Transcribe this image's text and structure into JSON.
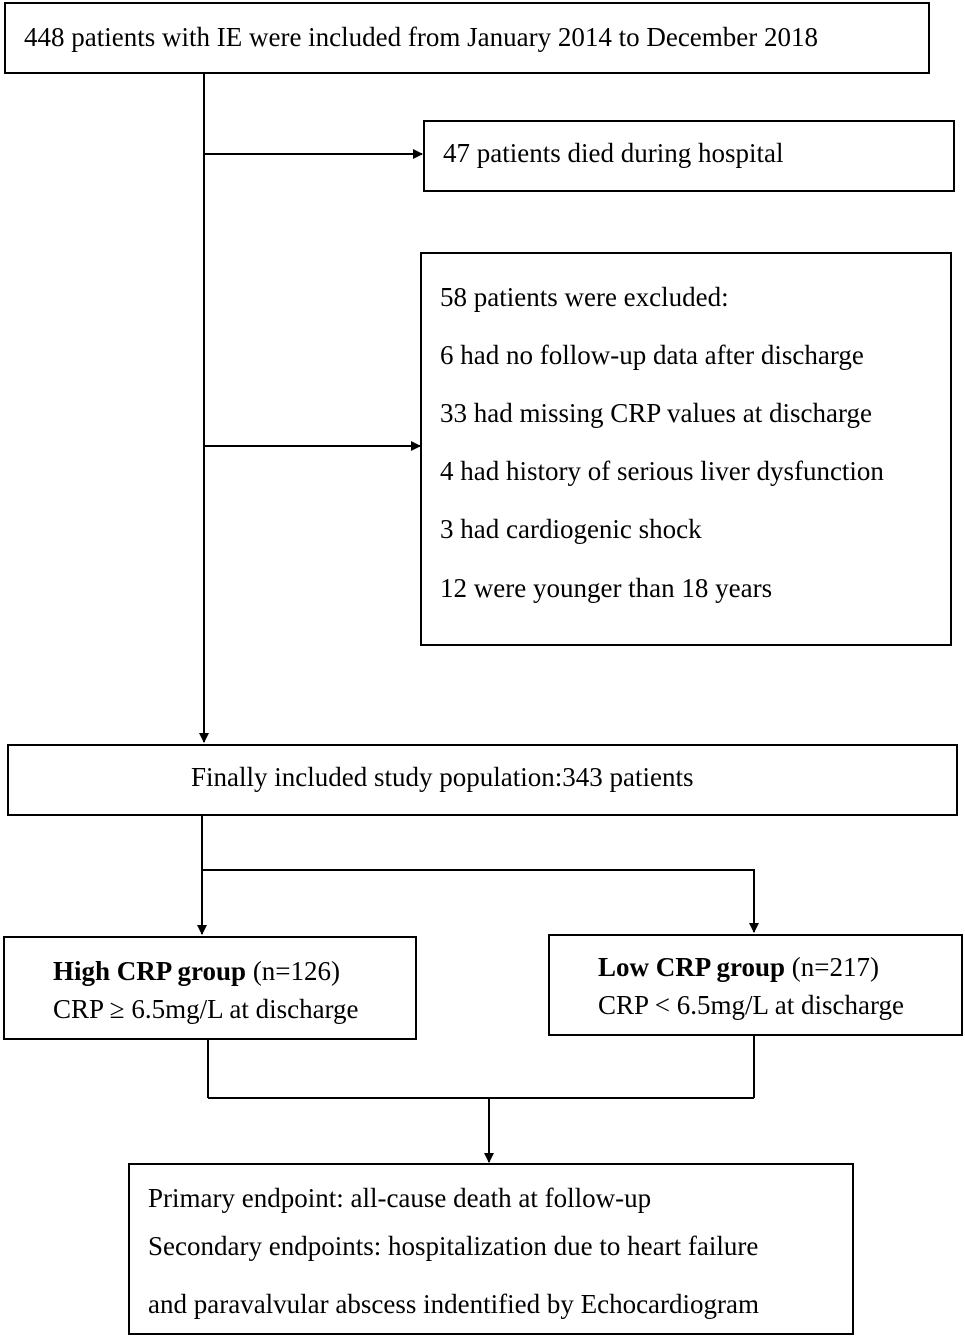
{
  "enrolled": {
    "text": "448 patients with IE were included from January 2014 to December 2018"
  },
  "died": {
    "text": "47 patients died during hospital"
  },
  "excluded": {
    "title": "58 patients were excluded:",
    "items": [
      "6 had no follow-up data after discharge",
      "33 had missing CRP values at discharge",
      "4 had history of serious liver dysfunction",
      "3 had cardiogenic shock",
      "12 were younger than 18 years"
    ]
  },
  "final": {
    "text": "Finally included study population:343 patients"
  },
  "high_crp": {
    "name": "High CRP group",
    "n": "(n=126)",
    "criterion": "CRP ≥ 6.5mg/L at discharge"
  },
  "low_crp": {
    "name": "Low CRP group",
    "n": "(n=217)",
    "criterion": "CRP < 6.5mg/L at discharge"
  },
  "endpoints": {
    "lines": [
      "Primary endpoint: all-cause death at follow-up",
      "Secondary endpoints: hospitalization due to heart failure",
      "and paravalvular abscess indentified by Echocardiogram"
    ]
  }
}
